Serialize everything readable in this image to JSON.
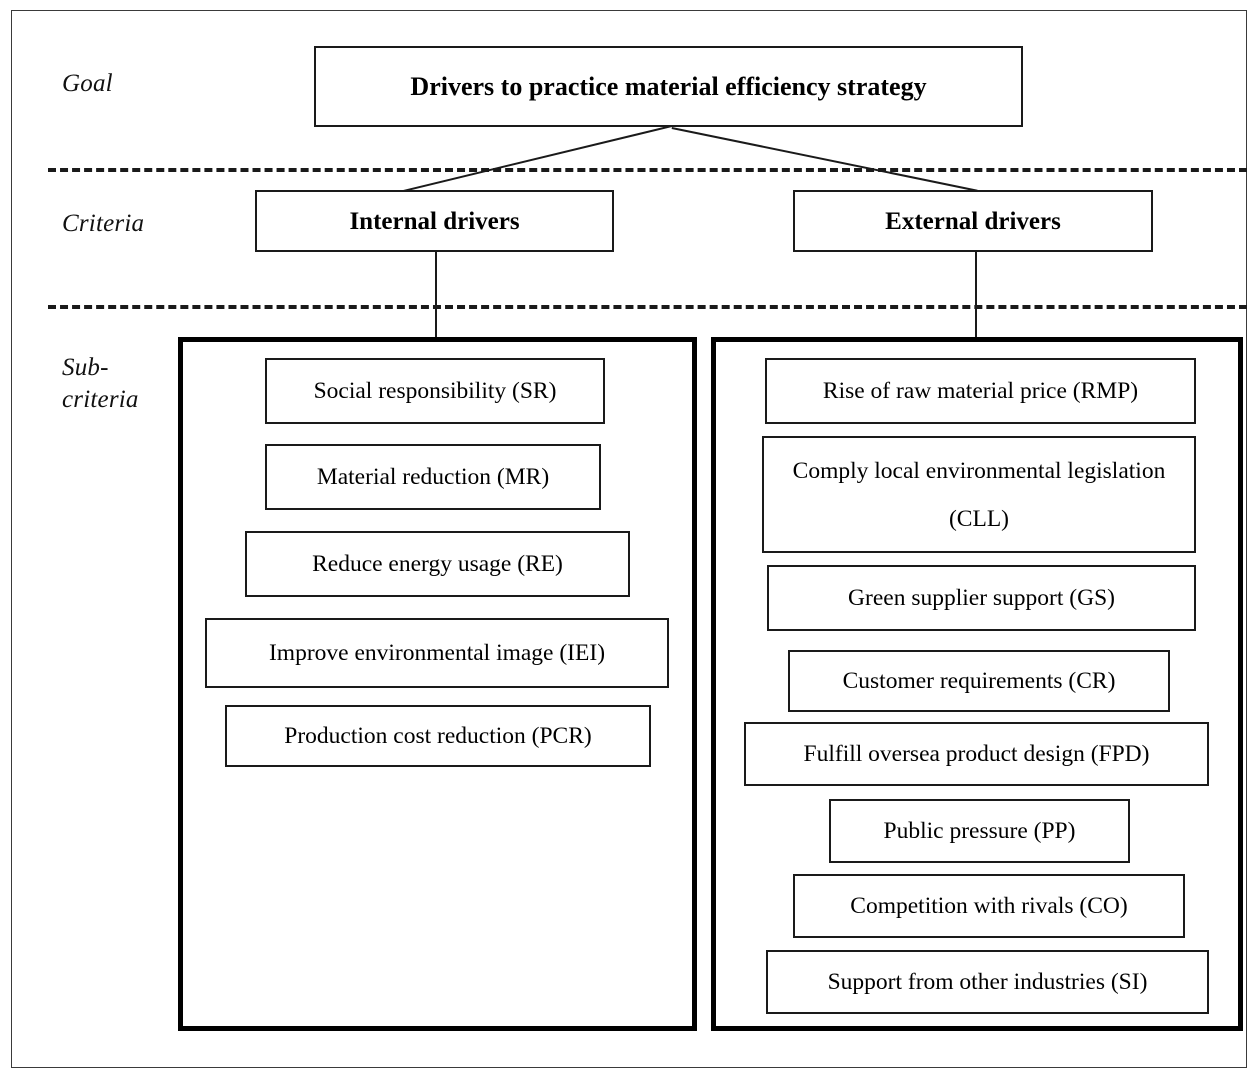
{
  "levels": {
    "goal_label": "Goal",
    "criteria_label": "Criteria",
    "subcriteria_label": "Sub-\ncriteria"
  },
  "goal": {
    "label": "Drivers to practice material efficiency strategy"
  },
  "criteria": [
    {
      "label": "Internal drivers"
    },
    {
      "label": "External drivers"
    }
  ],
  "subcriteria": {
    "internal": [
      {
        "label": "Social responsibility (SR)"
      },
      {
        "label": "Material reduction (MR)"
      },
      {
        "label": "Reduce energy usage (RE)"
      },
      {
        "label": "Improve environmental image (IEI)"
      },
      {
        "label": "Production cost reduction (PCR)"
      }
    ],
    "external": [
      {
        "label": "Rise of raw material price (RMP)"
      },
      {
        "label": "Comply local environmental legislation (CLL)"
      },
      {
        "label": "Green supplier support (GS)"
      },
      {
        "label": "Customer requirements (CR)"
      },
      {
        "label": "Fulfill oversea product design (FPD)"
      },
      {
        "label": "Public pressure (PP)"
      },
      {
        "label": "Competition with rivals (CO)"
      },
      {
        "label": "Support from other industries (SI)"
      }
    ]
  },
  "colors": {
    "line": "#1a1a1a",
    "group_border": "#000000",
    "frame": "#3a3a3a",
    "background": "#ffffff",
    "text": "#000000"
  }
}
